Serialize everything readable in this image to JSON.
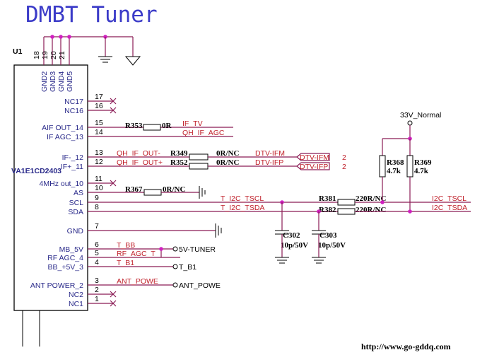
{
  "title": "DMBT Tuner",
  "chip": {
    "ref": "U1",
    "part": "VA1E1CD2403"
  },
  "gnd_pins": [
    {
      "num": "18",
      "name": "GND2"
    },
    {
      "num": "19",
      "name": "GND3"
    },
    {
      "num": "20",
      "name": "GND4"
    },
    {
      "num": "21",
      "name": "GND5"
    }
  ],
  "pins": [
    {
      "num": "17",
      "name": "NC17"
    },
    {
      "num": "16",
      "name": "NC16"
    },
    {
      "num": "15",
      "name": "AIF OUT_14"
    },
    {
      "num": "14",
      "name": "IF AGC_13"
    },
    {
      "num": "13",
      "name": "IF-_12"
    },
    {
      "num": "12",
      "name": "IF+_11"
    },
    {
      "num": "11",
      "name": "4MHz out_10"
    },
    {
      "num": "10",
      "name": "AS"
    },
    {
      "num": "9",
      "name": "SCL"
    },
    {
      "num": "8",
      "name": "SDA"
    },
    {
      "num": "7",
      "name": "GND"
    },
    {
      "num": "6",
      "name": "MB_5V"
    },
    {
      "num": "5",
      "name": "RF AGC_4"
    },
    {
      "num": "4",
      "name": "BB_+5V_3"
    },
    {
      "num": "3",
      "name": "ANT POWER_2"
    },
    {
      "num": "2",
      "name": "NC2"
    },
    {
      "num": "1",
      "name": "NC1"
    }
  ],
  "components": {
    "r353": {
      "ref": "R353",
      "value": "0R"
    },
    "r349": {
      "ref": "R349",
      "value": "0R/NC"
    },
    "r352": {
      "ref": "R352",
      "value": "0R/NC"
    },
    "r367": {
      "ref": "R367",
      "value": "0R/NC"
    },
    "r381": {
      "ref": "R381",
      "value": "220R/NC"
    },
    "r382": {
      "ref": "R382",
      "value": "220R/NC"
    },
    "r368": {
      "ref": "R368",
      "value": "4.7k"
    },
    "r369": {
      "ref": "R369",
      "value": "4.7k"
    },
    "c302": {
      "ref": "C302",
      "value": "10p/50V"
    },
    "c303": {
      "ref": "C303",
      "value": "10p/50V"
    }
  },
  "nets": {
    "if_tv": "IF_TV",
    "qh_if_agc": "QH_IF_AGC",
    "qh_if_out_minus": "QH_IF_OUT-",
    "qh_if_out_plus": "QH_IF_OUT+",
    "dtv_ifm": "DTV-IFM",
    "dtv_ifp": "DTV-IFP",
    "t_i2c_tscl": "T_I2C_TSCL",
    "t_i2c_tsda": "T_I2C_TSDA",
    "i2c_tscl": "I2C_TSCL",
    "i2c_tsda": "I2C_TSDA",
    "t_bb": "T_BB",
    "rf_agc_t": "RF_AGC_T",
    "t_b1": "T_B1",
    "ant_powe": "ANT_POWE"
  },
  "ports": {
    "dtv_ifm": {
      "name": "DTV-IFM",
      "num": "2"
    },
    "dtv_ifp": {
      "name": "DTV-IFP",
      "num": "2"
    },
    "v5_tuner": "5V-TUNER",
    "t_b1": "T_B1",
    "ant_powe": "ANT_POWE"
  },
  "supply": "33V_Normal",
  "footer_url": "http://www.go-gddq.com"
}
